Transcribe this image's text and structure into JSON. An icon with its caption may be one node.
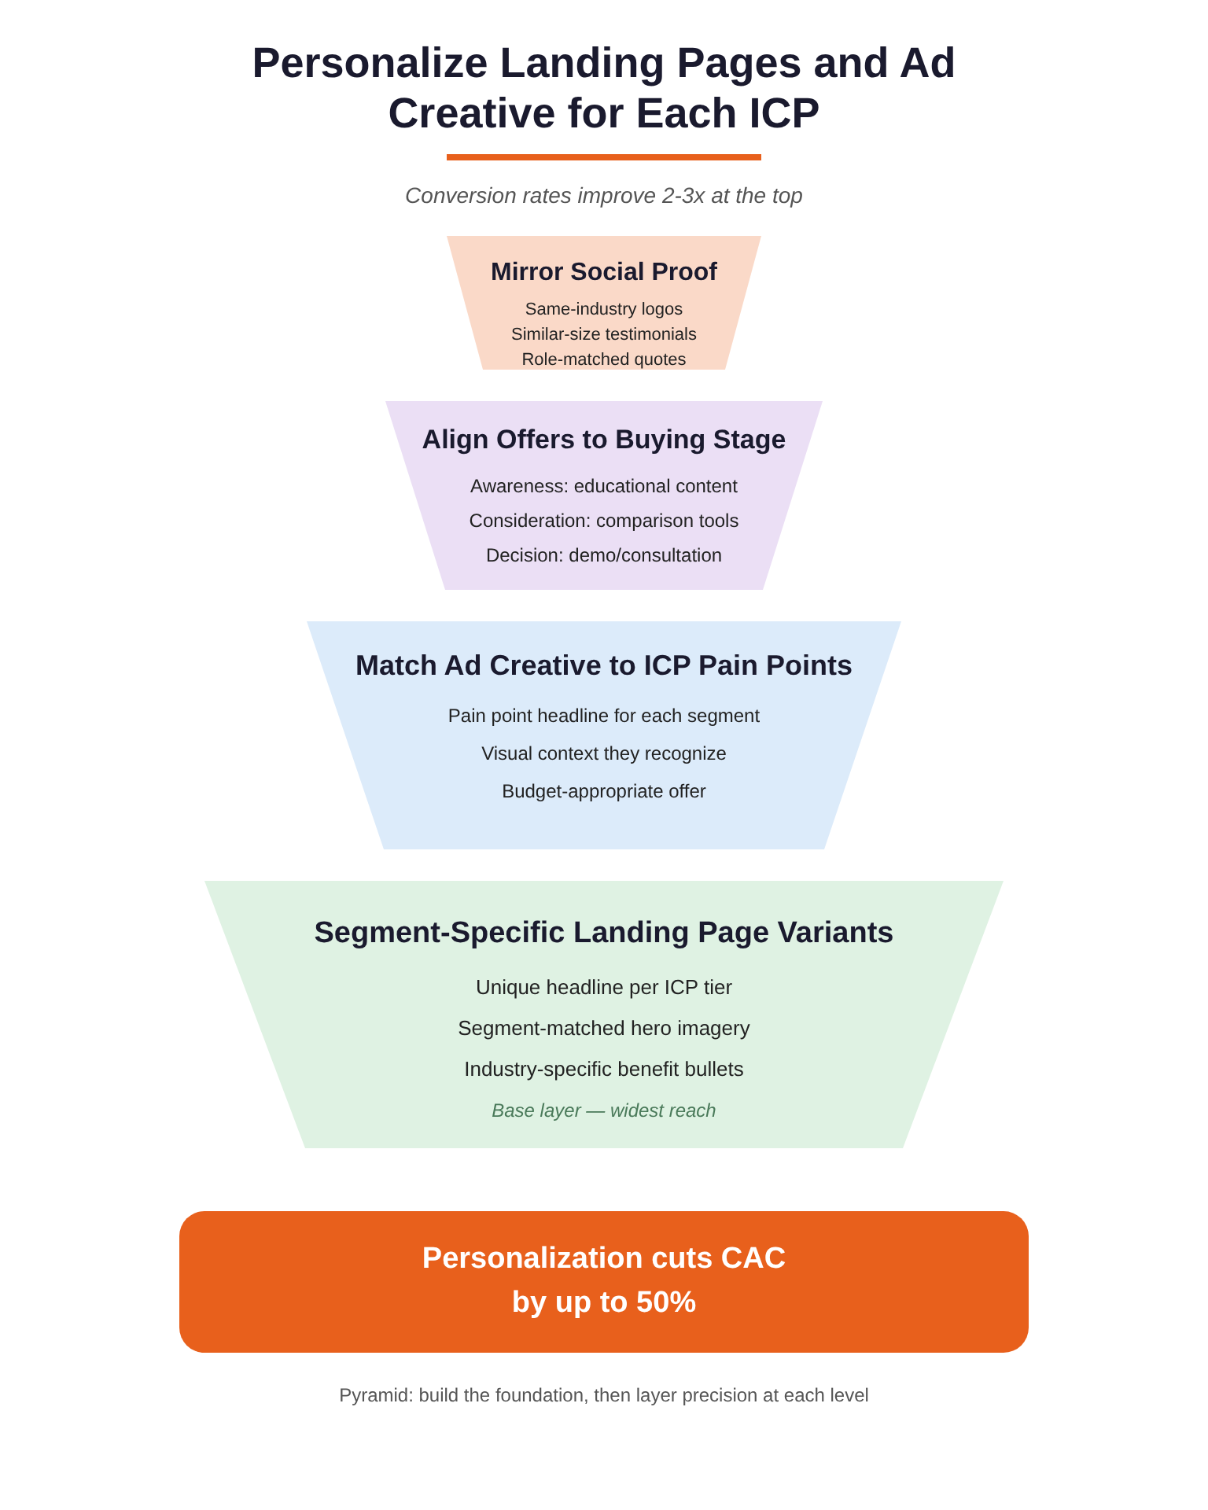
{
  "diagram": {
    "title": "Personalize Landing Pages and Ad Creative for Each ICP",
    "caption": "Pyramid: build the foundation, then layer precision at each level",
    "nodes": [
      {
        "text": [
          "Mirror Social Proof",
          "Same-industry logos",
          "Similar-size testimonials",
          "Role-matched quotes"
        ]
      },
      {
        "text": [
          "Align Offers to Buying Stage",
          "Awareness: educational content",
          "Consideration: comparison tools",
          "Decision: demo/consultation"
        ]
      },
      {
        "text": [
          "Match Ad Creative to ICP Pain Points",
          "Pain point headline for each segment",
          "Visual context they recognize",
          "Budget-appropriate offer"
        ]
      },
      {
        "text": [
          "Segment-Specific Landing Page Variants",
          "Unique headline per ICP tier",
          "Segment-matched hero imagery",
          "Industry-specific benefit bullets",
          "Base layer — widest reach"
        ]
      },
      {
        "text": [
          "Personalization cuts CAC by up to 50%"
        ]
      }
    ],
    "labels": [
      "Conversion rates improve 2-3x at the top"
    ]
  }
}
